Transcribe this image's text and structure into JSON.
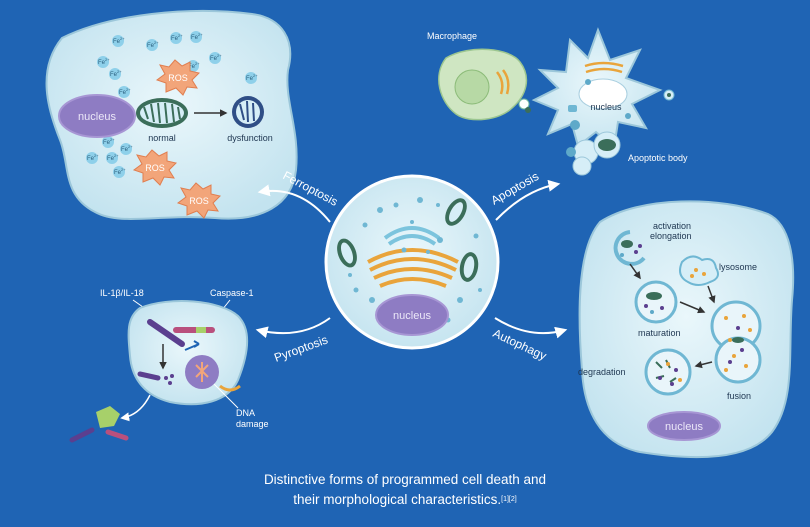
{
  "ferroptosis": {
    "fe_label": "Fe",
    "fe_sup": "2+",
    "nucleus": "nucleus",
    "ros": "ROS",
    "normal": "normal",
    "dysfunction": "dysfunction"
  },
  "apoptosis": {
    "macrophage": "Macrophage",
    "nucleus": "nucleus",
    "apoptotic_body": "Apoptotic body"
  },
  "center": {
    "nucleus": "nucleus"
  },
  "pathways": {
    "ferroptosis": "Ferroptosis",
    "apoptosis": "Apoptosis",
    "pyroptosis": "Pyroptosis",
    "autophagy": "Autophagy"
  },
  "pyroptosis": {
    "il": "IL-1β/IL-18",
    "caspase": "Caspase-1",
    "dna_line1": "DNA",
    "dna_line2": "damage"
  },
  "autophagy": {
    "activation": "activation",
    "elongation": "elongation",
    "lysosome": "lysosome",
    "maturation": "maturation",
    "fusion": "fusion",
    "degradation": "degradation",
    "nucleus": "nucleus"
  },
  "caption": {
    "line1": "Distinctive forms of programmed cell death and",
    "line2": "their morphological characteristics.",
    "refs": "[1][2]"
  },
  "colors": {
    "background": "#1f64b4",
    "cell_fill": "#d6eef7",
    "nucleus_fill": "#8e7cc3",
    "mito_green": "#3b6e5a",
    "ros_orange": "#f2a57a"
  }
}
